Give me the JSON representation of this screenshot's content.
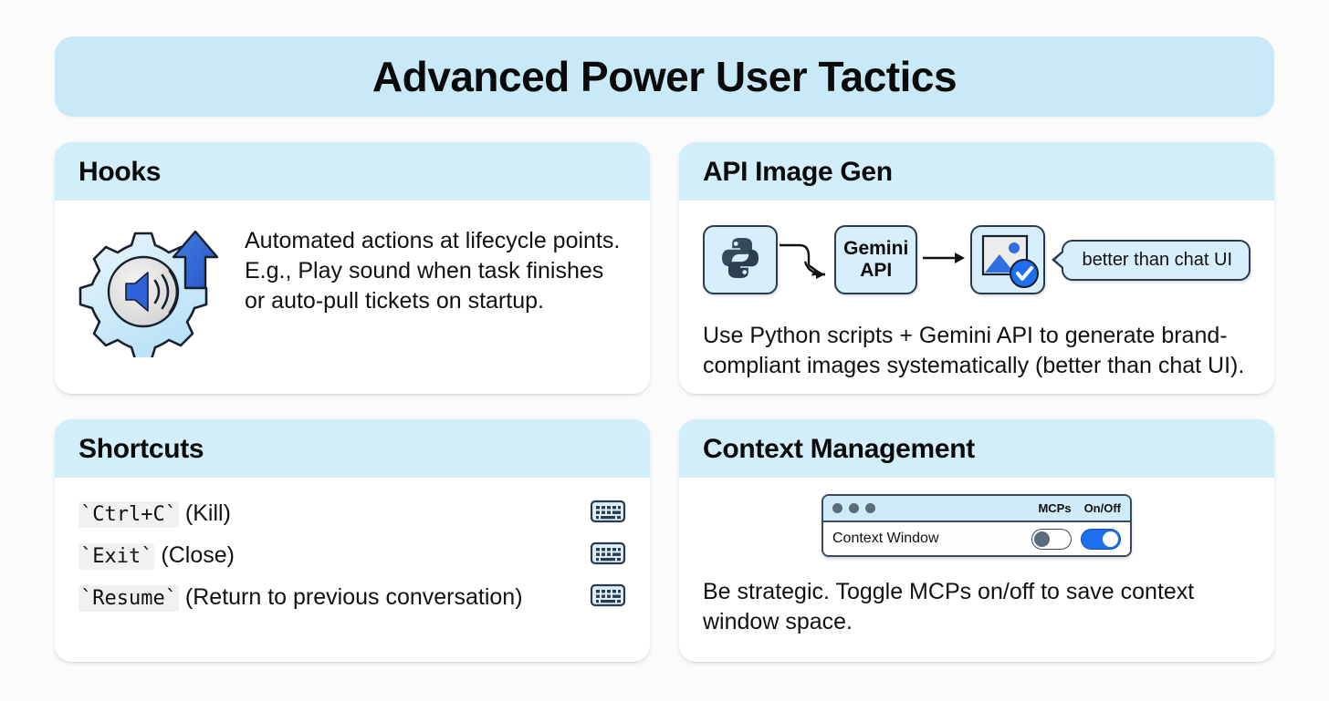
{
  "banner": {
    "title": "Advanced Power User Tactics",
    "bg_color": "#c9e8f8"
  },
  "cards": {
    "hooks": {
      "title": "Hooks",
      "icon": "gear-sound-arrow-icon",
      "body_text": "Automated actions at lifecycle points. E.g., Play sound when task finishes or auto-pull tickets on startup."
    },
    "api_image_gen": {
      "title": "API Image Gen",
      "flow": {
        "step1_icon": "python-logo-icon",
        "step2_label_line1": "Gemini",
        "step2_label_line2": "API",
        "step3_icon": "image-verified-icon",
        "callout": "better than chat UI"
      },
      "body_text": "Use Python scripts + Gemini API to generate brand-compliant images systematically (better than chat UI)."
    },
    "shortcuts": {
      "title": "Shortcuts",
      "rows": [
        {
          "code": "`Ctrl+C`",
          "desc": " (Kill)",
          "icon": "keyboard-icon"
        },
        {
          "code": "`Exit`",
          "desc": " (Close)",
          "icon": "keyboard-icon"
        },
        {
          "code": "`Resume`",
          "desc": " (Return to previous conversation)",
          "icon": "keyboard-icon"
        }
      ]
    },
    "context_management": {
      "title": "Context Management",
      "mock_window": {
        "header_label_1": "MCPs",
        "header_label_2": "On/Off",
        "row_label": "Context Window",
        "toggle_left_state": "off",
        "toggle_right_state": "on"
      },
      "body_text": "Be strategic. Toggle MCPs on/off to save context window space."
    }
  },
  "colors": {
    "banner_blue": "#c9e8f8",
    "card_header_blue": "#d2eefb",
    "accent_blue": "#1e6ef0",
    "outline_navy": "#2a3b4d",
    "page_bg": "#fbfbfc"
  }
}
